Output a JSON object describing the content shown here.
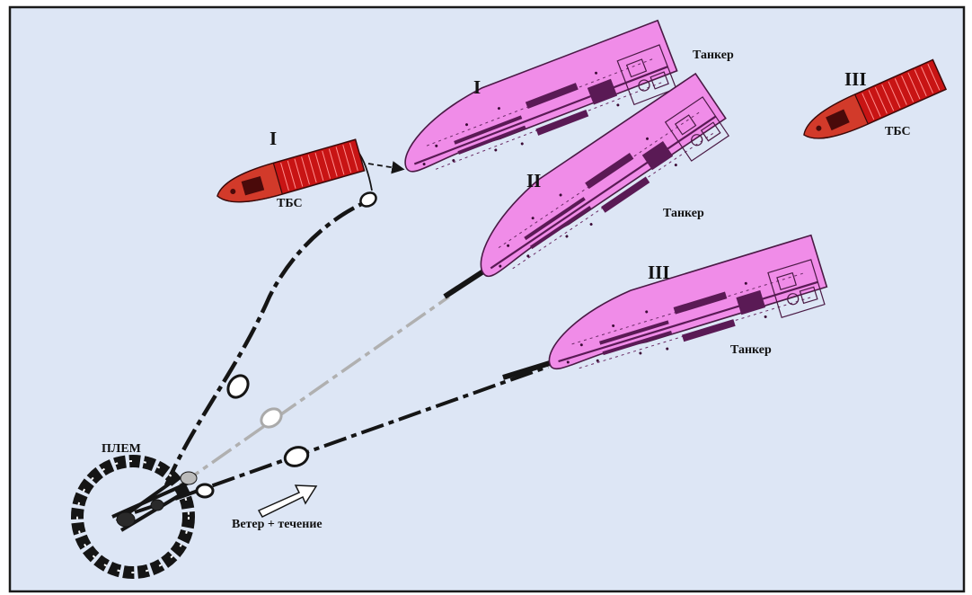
{
  "colors": {
    "background": "#dde6f5",
    "frame": "#1a1a1a",
    "tanker_fill": "#f08ce8",
    "tanker_stroke": "#4a1a45",
    "tbs_fill": "#c81414",
    "tbs_bow": "#d23a2a",
    "tbs_stroke": "#3a0a0a",
    "hawser": "#151515",
    "hawser_ghost": "#b0b0b0"
  },
  "labels": {
    "tanker_1_position": "I",
    "tanker_2_position": "II",
    "tanker_3_position": "III",
    "tanker_1_name": "Танкер",
    "tanker_2_name": "Танкер",
    "tanker_3_name": "Танкер",
    "tbs_1_position": "I",
    "tbs_3_position": "III",
    "tbs_1_name": "ТБС",
    "tbs_3_name": "ТБС",
    "buoy": "ПЛЕМ",
    "environment": "Ветер + течение"
  },
  "icons": {
    "buoy": "mooring-buoy-icon",
    "arrow": "wind-current-arrow-icon",
    "tanker": "tanker-ship-icon",
    "tug": "tug-ship-icon"
  }
}
